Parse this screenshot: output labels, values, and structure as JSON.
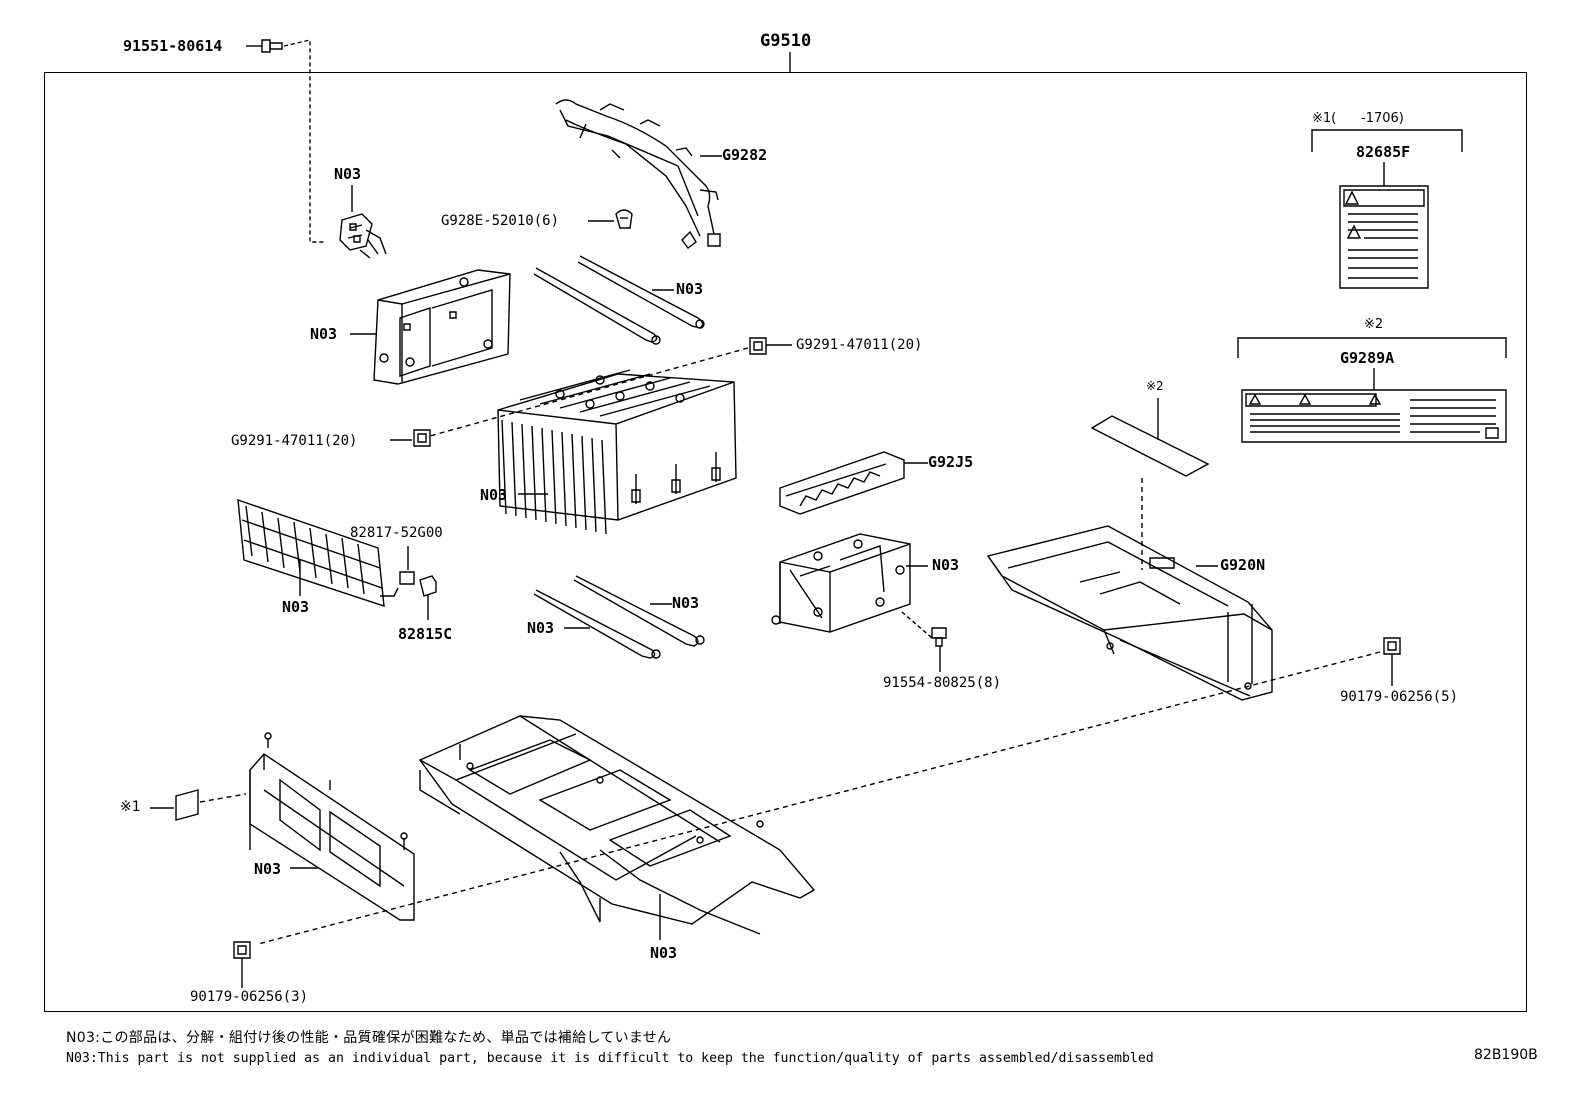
{
  "diagram": {
    "assembly_label": "G9510",
    "diagram_code": "82B190B",
    "labels": {
      "bolt_top": "91551-80614",
      "n03_connector": "N03",
      "n03_bracket": "N03",
      "wire_harness": "G9282",
      "clip": "G928E-52010(6)",
      "n03_rod_upper": "N03",
      "nut_right": "G9291-47011(20)",
      "nut_left": "G9291-47011(20)",
      "n03_battery": "N03",
      "n03_busbar": "N03",
      "relay_part": "82817-52G00",
      "relay_sub": "82815C",
      "duct": "G92J5",
      "n03_holder": "N03",
      "n03_rod_lower_a": "N03",
      "n03_rod_lower_b": "N03",
      "bolt_holder": "91554-80825(8)",
      "cover": "G920N",
      "nut_cover": "90179-06256(5)",
      "n03_side_frame": "N03",
      "n03_base_frame": "N03",
      "nut_bottom": "90179-06256(3)",
      "mark1_left": "※1",
      "mark2_cover": "※2"
    },
    "label_box_1": {
      "mark": "※1(      -1706)",
      "part": "82685F"
    },
    "label_box_2": {
      "mark": "※2",
      "part": "G9289A"
    },
    "notes": {
      "jp": "N03:この部品は、分解・組付け後の性能・品質確保が困難なため、単品では補給していません",
      "en": "N03:This part is not supplied as an individual part, because it is difficult to keep the function/quality of parts assembled/disassembled"
    }
  }
}
